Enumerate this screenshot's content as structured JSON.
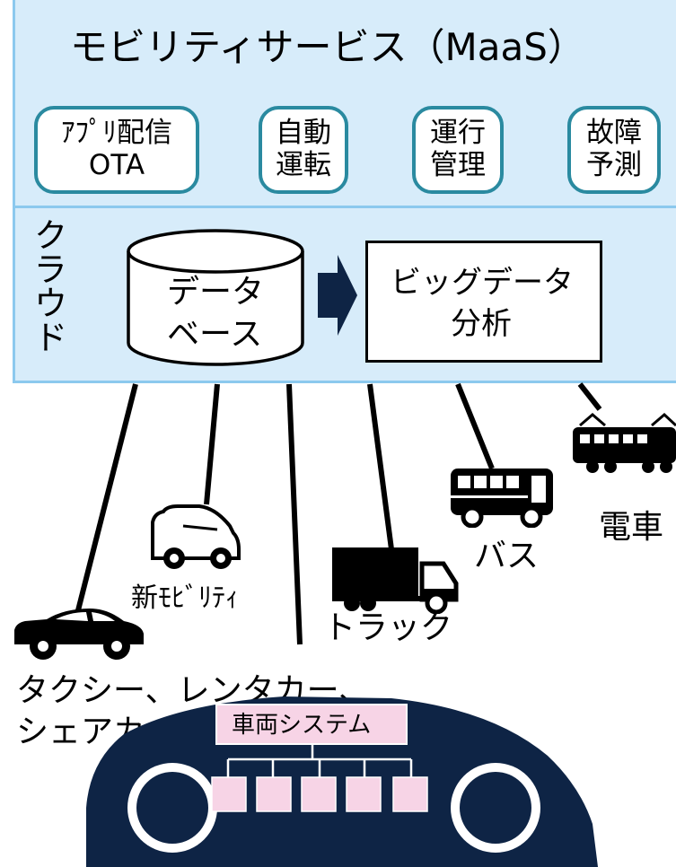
{
  "maas": {
    "title": "モビリティサービス（MaaS）",
    "modules": [
      {
        "line1": "ｱﾌﾟﾘ配信",
        "line2": "OTA"
      },
      {
        "line1": "自動",
        "line2": "運転"
      },
      {
        "line1": "運行",
        "line2": "管理"
      },
      {
        "line1": "故障",
        "line2": "予測"
      }
    ]
  },
  "cloud": {
    "label": "クラウド",
    "database_line1": "データ",
    "database_line2": "ベース",
    "bigdata_line1": "ビッグデータ",
    "bigdata_line2": "分析"
  },
  "vehicles": {
    "train": "電車",
    "bus": "バス",
    "truck": "トラック",
    "new_mobility": "新ﾓﾋﾞﾘﾃｨ",
    "taxi_line1": "タクシー、レンタカー、",
    "taxi_line2": "シェアカー"
  },
  "car": {
    "system_label": "車両システム"
  },
  "colors": {
    "band_fill": "#d7ecfa",
    "band_border": "#8cc9ee",
    "module_border": "#2a8aa0",
    "car_body": "#0e2445",
    "ecu_fill": "#f7d4e6"
  }
}
